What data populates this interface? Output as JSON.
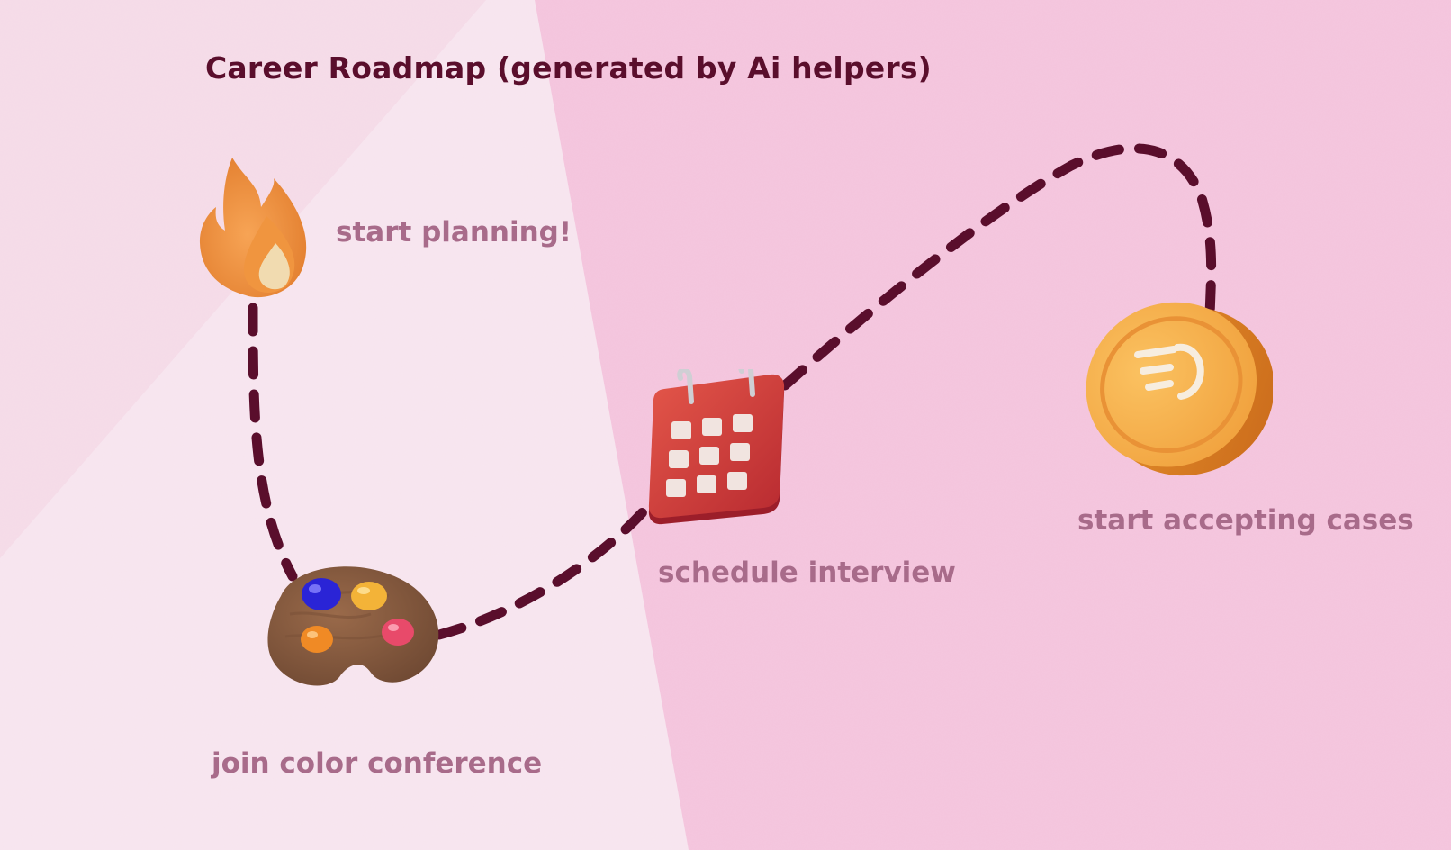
{
  "title": "Career Roadmap (generated by Ai helpers)",
  "steps": [
    {
      "label": "start planning!",
      "icon": "fire-icon"
    },
    {
      "label": "join color conference",
      "icon": "paint-palette-icon"
    },
    {
      "label": "schedule interview",
      "icon": "calendar-icon"
    },
    {
      "label": "start accepting cases",
      "icon": "coin-icon"
    }
  ],
  "colors": {
    "background_pink": "#f4c3dc",
    "background_light": "#f7e4ee",
    "path": "#5a0e2c",
    "title": "#5a0e2c",
    "label": "#a86b8a"
  }
}
